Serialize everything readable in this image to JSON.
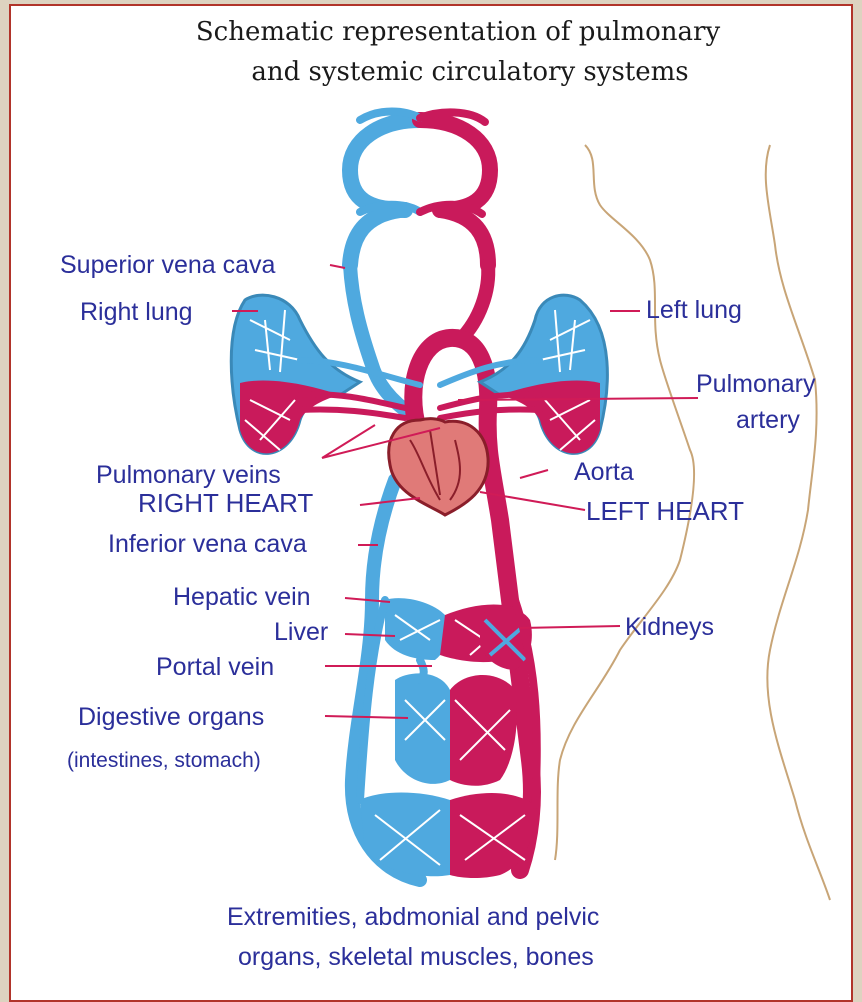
{
  "title": {
    "line1": "Schematic representation of pulmonary",
    "line2": "and systemic circulatory systems"
  },
  "labels": {
    "superior_vena_cava": "Superior vena cava",
    "right_lung": "Right lung",
    "left_lung": "Left lung",
    "pulmonary_artery_1": "Pulmonary",
    "pulmonary_artery_2": "artery",
    "pulmonary_veins": "Pulmonary veins",
    "aorta": "Aorta",
    "right_heart": "RIGHT HEART",
    "left_heart": "LEFT HEART",
    "inferior_vena_cava": "Inferior vena cava",
    "hepatic_vein": "Hepatic vein",
    "liver": "Liver",
    "kidneys": "Kidneys",
    "portal_vein": "Portal vein",
    "digestive_organs": "Digestive organs",
    "digestive_organs_note": "(intestines, stomach)",
    "extremities_1": "Extremities, abdmonial and pelvic",
    "extremities_2": "organs, skeletal muscles, bones"
  },
  "colors": {
    "venous": "#4fa9df",
    "arterial": "#c91a5b",
    "label": "#2b2f9a",
    "pointer": "#d01b57",
    "outline": "#c8a577",
    "frame": "#b1342a"
  }
}
